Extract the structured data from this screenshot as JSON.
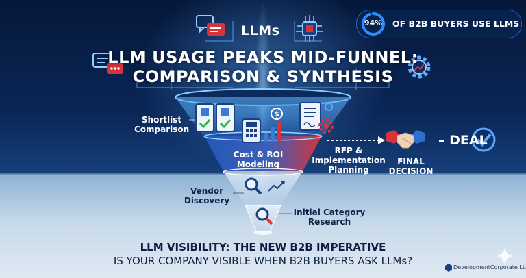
{
  "header": {
    "llms_label": "LLMs",
    "title_line1": "LLM Usage Peaks Mid-Funnel:",
    "title_line2": "Comparison & Synthesis"
  },
  "stat": {
    "value": "94%",
    "fraction": 0.94,
    "label": "of B2B Buyers Use LLMs"
  },
  "funnel": {
    "stages": {
      "shortlist": "Shortlist\nComparison",
      "cost": "Cost & ROI\nModeling",
      "rfp": "RFP &\nImplementation\nPlanning",
      "final": "FINAL\nDECISION",
      "vendor": "Vendor\nDiscovery",
      "initial": "Initial Category\nResearch"
    },
    "deal": "– DEAL"
  },
  "footer": {
    "line1": "LLM VISIBILITY: THE NEW B2B IMPERATIVE",
    "line2": "IS YOUR COMPANY VISIBLE WHEN B2B BUYERS ASK LLMs?",
    "brand": "DevelopmentCorporate LLC"
  },
  "colors": {
    "accent": "#2f8cff",
    "red": "#d6333b",
    "navy": "#0c1f40"
  },
  "icons": [
    "chat-bubble-icon",
    "chip-icon",
    "gear-chart-icon",
    "checklist-icon",
    "calculator-icon",
    "dollar-chart-icon",
    "document-gear-icon",
    "handshake-icon",
    "check-circle-icon",
    "magnifier-icon",
    "trend-arrow-icon",
    "sparkle-icon"
  ]
}
